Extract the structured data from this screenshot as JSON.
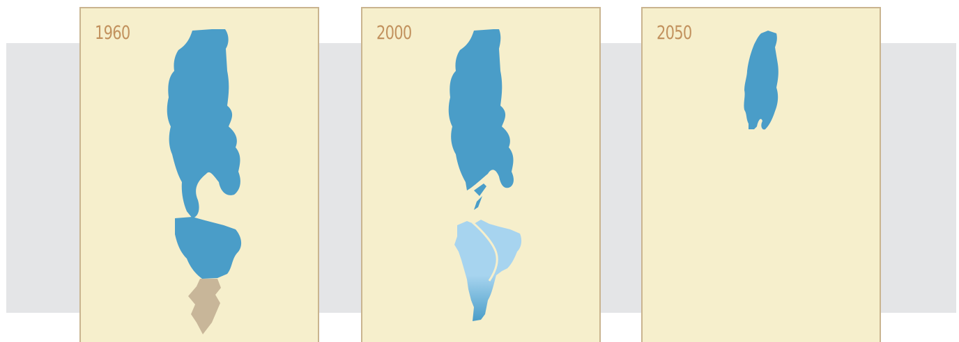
{
  "colors": {
    "background_band": "#e4e5e7",
    "panel_fill": "#f6efcc",
    "panel_border": "#c9b48f",
    "year_label": "#c2925e",
    "water": "#4a9dc8",
    "shallow_water": "#a7d4ef",
    "dry_land": "#c8b699"
  },
  "panels": [
    {
      "year": "1960"
    },
    {
      "year": "2000"
    },
    {
      "year": "2050"
    }
  ]
}
